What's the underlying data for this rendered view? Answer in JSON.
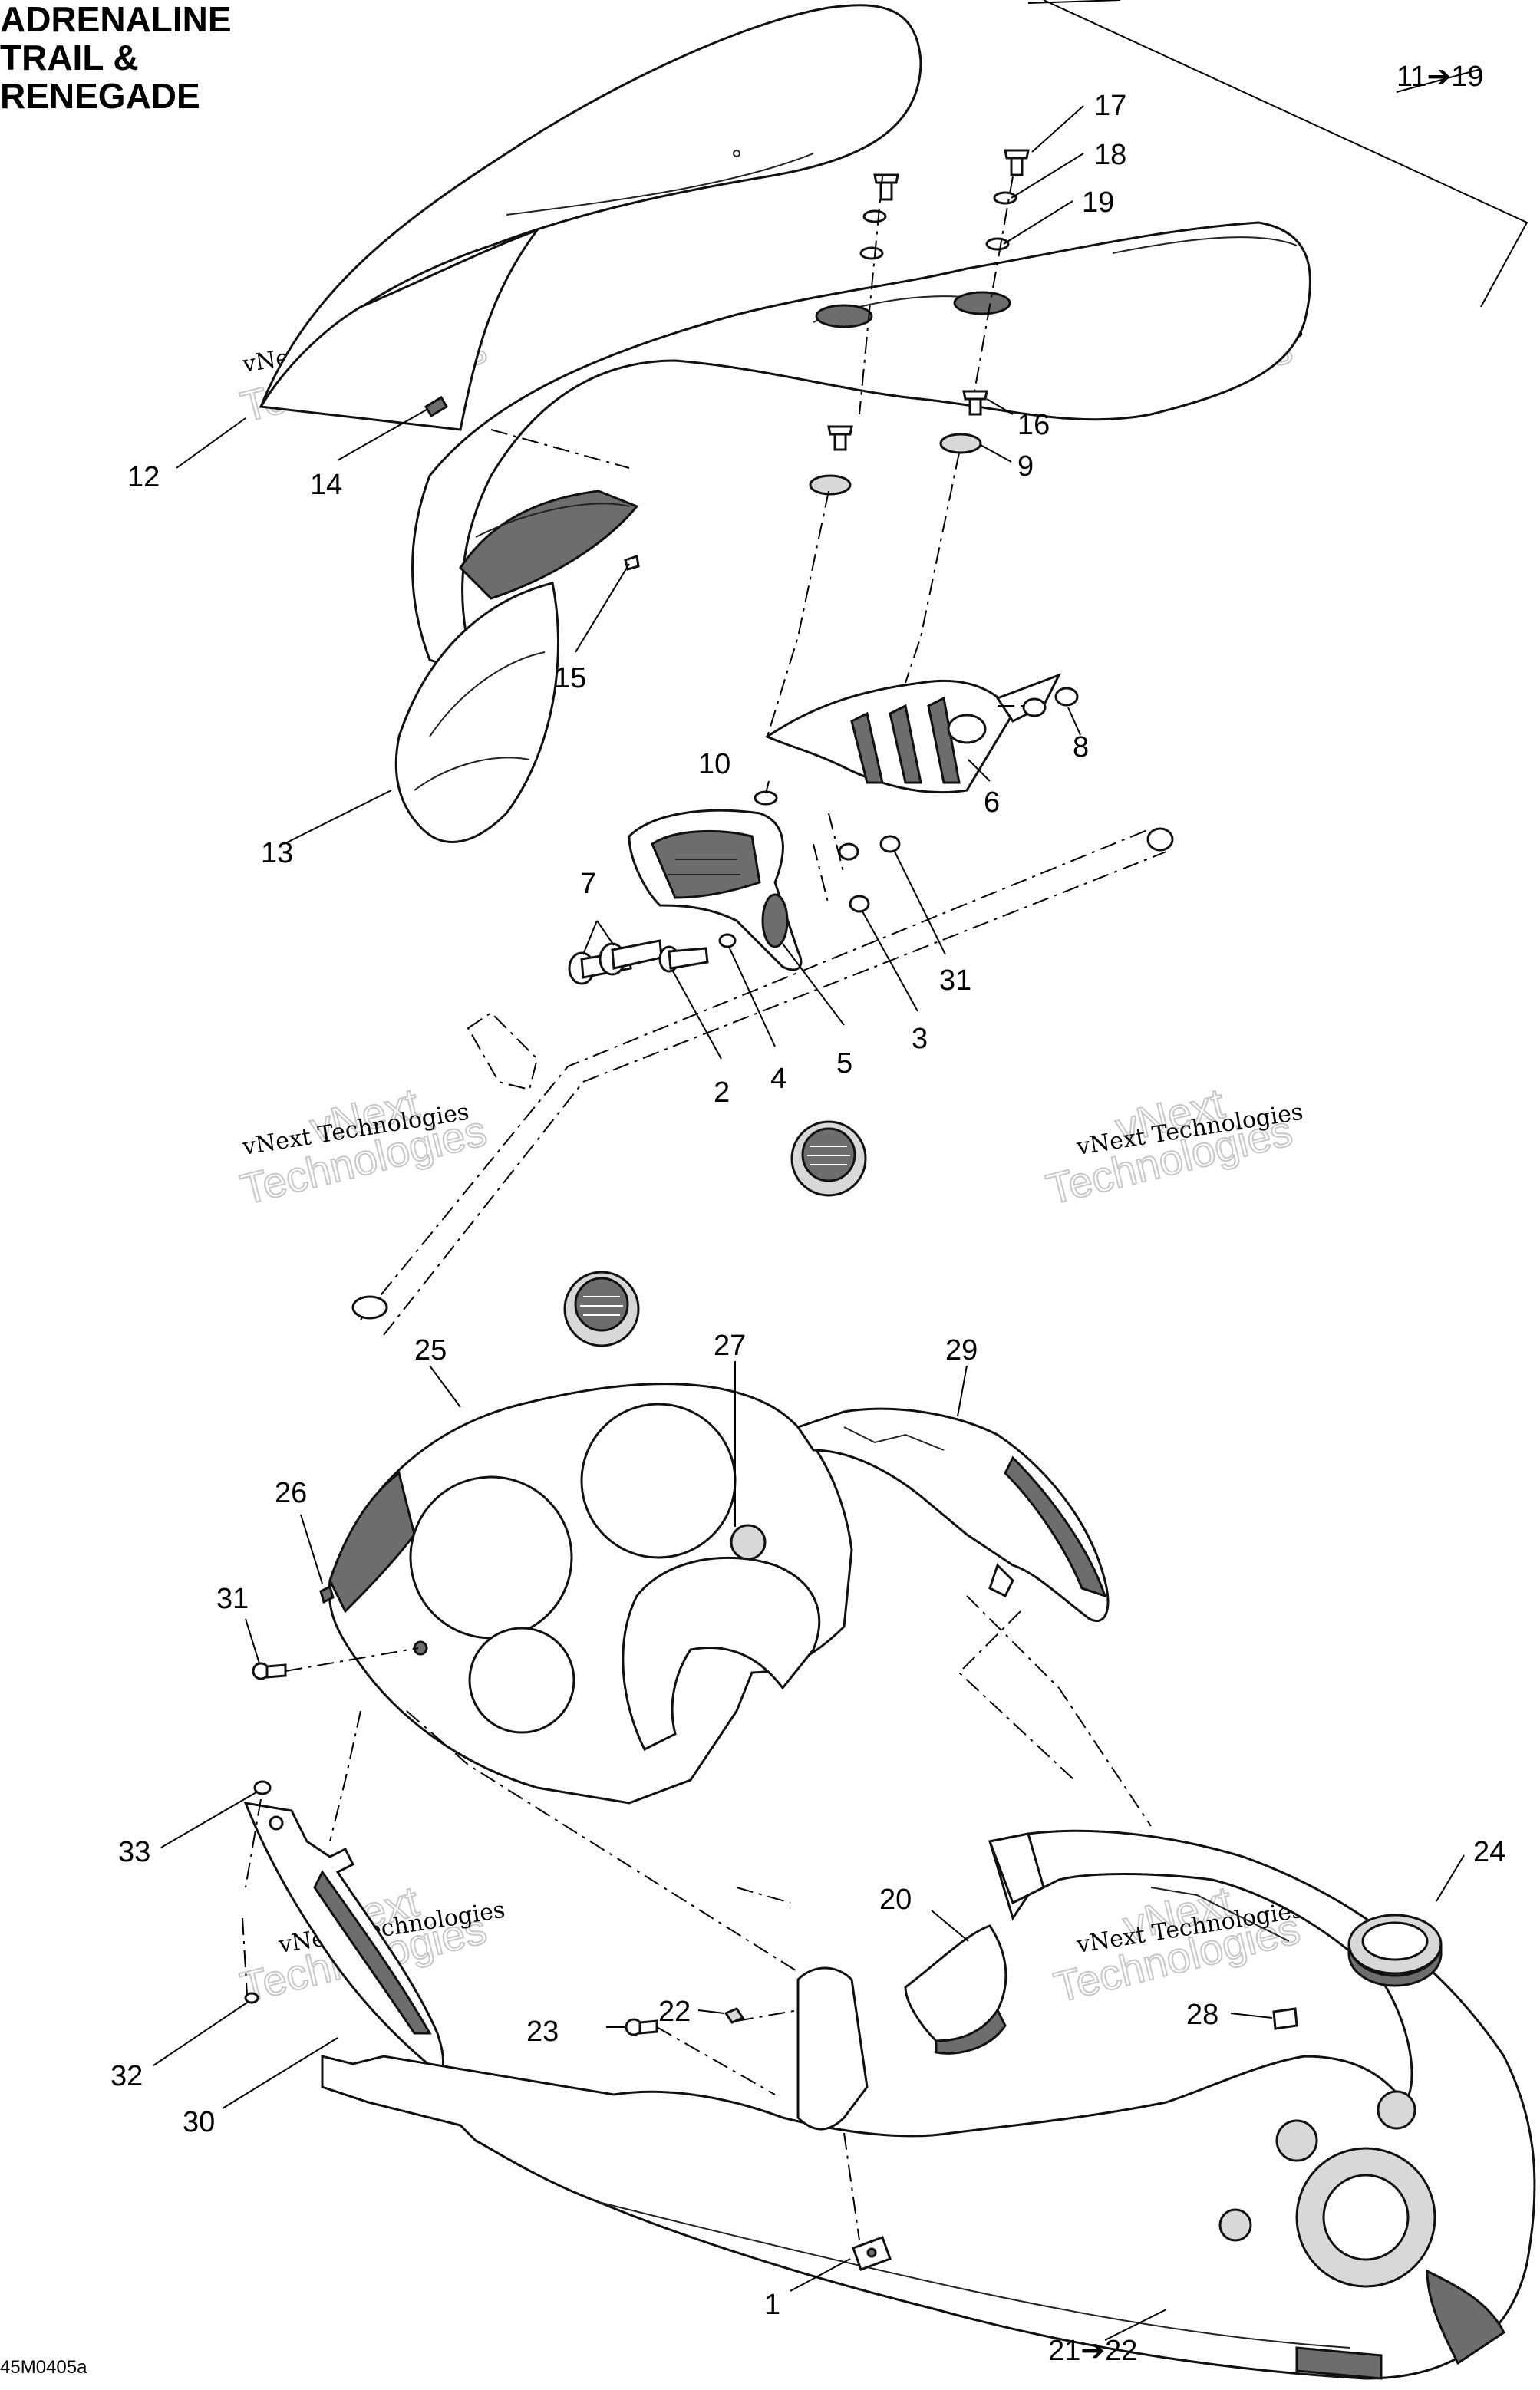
{
  "header": {
    "model_lines": [
      "ADRENALINE",
      "TRAIL &",
      "RENEGADE"
    ]
  },
  "figure_code": "45M0405a",
  "watermark": {
    "company_line": "vNext Technologies",
    "big_line_1": "vNext",
    "big_line_2": "Technologies"
  },
  "callouts": {
    "c1": "1",
    "c2": "2",
    "c3": "3",
    "c4": "4",
    "c5": "5",
    "c6": "6",
    "c7": "7",
    "c8": "8",
    "c9": "9",
    "c10": "10",
    "c11_19": "11➔19",
    "c12": "12",
    "c13": "13",
    "c14": "14",
    "c15": "15",
    "c16": "16",
    "c17": "17",
    "c18": "18",
    "c19": "19",
    "c20": "20",
    "c21_22": "21➔22",
    "c22": "22",
    "c23": "23",
    "c24": "24",
    "c25": "25",
    "c26": "26",
    "c27": "27",
    "c28": "28",
    "c29": "29",
    "c30": "30",
    "c31a": "31",
    "c31b": "31",
    "c32": "32",
    "c33": "33"
  },
  "colors": {
    "line": "#000000",
    "dark_fill": "#6d6d6d",
    "watermark": "#c8c8c8"
  }
}
